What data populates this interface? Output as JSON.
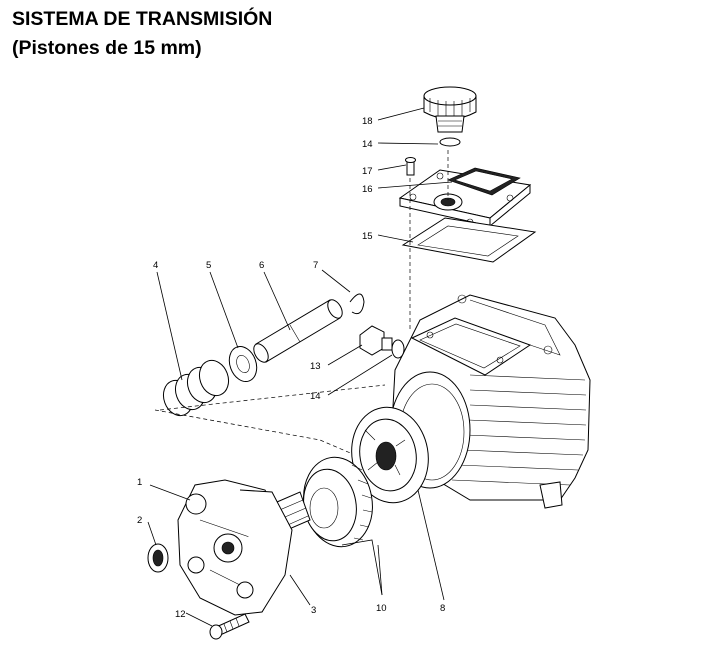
{
  "header": {
    "title_line1": "SISTEMA DE TRANSMISIÓN",
    "title_line2": "(Pistones de 15 mm)"
  },
  "callouts": {
    "c1": "1",
    "c2": "2",
    "c3": "3",
    "c4": "4",
    "c5": "5",
    "c6": "6",
    "c7": "7",
    "c8": "8",
    "c10": "10",
    "c12": "12",
    "c13": "13",
    "c14a": "14",
    "c14b": "14",
    "c15": "15",
    "c16": "16",
    "c17": "17",
    "c18": "18"
  }
}
